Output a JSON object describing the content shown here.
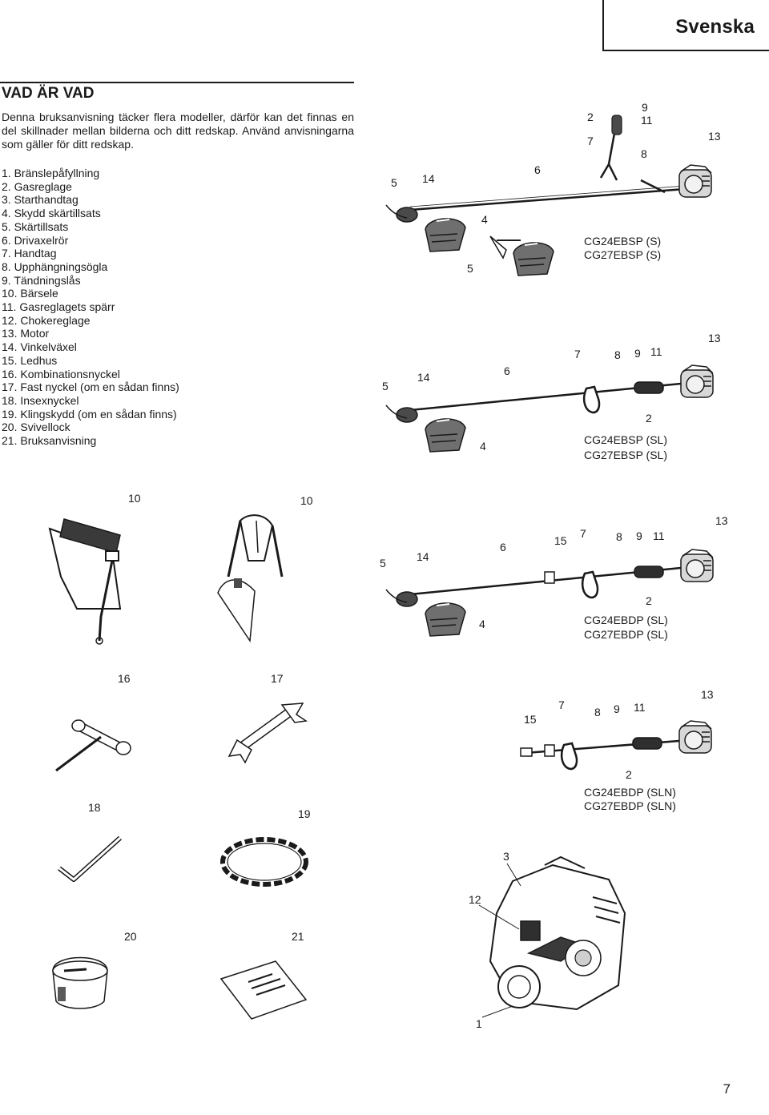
{
  "header": {
    "language": "Svenska"
  },
  "section": {
    "title": "VAD ÄR VAD",
    "intro": "Denna bruksanvisning täcker flera modeller, därför kan det finnas en del skillnader mellan bilderna och ditt redskap. Använd anvisningarna som gäller för ditt redskap."
  },
  "parts": [
    "1. Bränslepåfyllning",
    "2. Gasreglage",
    "3. Starthandtag",
    "4. Skydd skärtillsats",
    "5. Skärtillsats",
    "6. Drivaxelrör",
    "7. Handtag",
    "8. Upphängningsögla",
    "9. Tändningslås",
    "10. Bärsele",
    "11. Gasreglagets spärr",
    "12. Chokereglage",
    "13. Motor",
    "14. Vinkelväxel",
    "15. Ledhus",
    "16. Kombinationsnyckel",
    "17. Fast nyckel (om en sådan finns)",
    "18. Insexnyckel",
    "19. Klingskydd (om en sådan finns)",
    "20. Svivellock",
    "21. Bruksanvisning"
  ],
  "models": {
    "s": [
      "CG24EBSP (S)",
      "CG27EBSP (S)"
    ],
    "sl": [
      "CG24EBSP (SL)",
      "CG27EBSP (SL)"
    ],
    "dp_sl": [
      "CG24EBDP (SL)",
      "CG27EBDP (SL)"
    ],
    "dp_sln": [
      "CG24EBDP (SLN)",
      "CG27EBDP (SLN)"
    ]
  },
  "callouts": {
    "n1": "1",
    "n2": "2",
    "n3": "3",
    "n4": "4",
    "n5": "5",
    "n6": "6",
    "n7": "7",
    "n8": "8",
    "n9": "9",
    "n10": "10",
    "n11": "11",
    "n12": "12",
    "n13": "13",
    "n14": "14",
    "n15": "15",
    "n16": "16",
    "n17": "17",
    "n18": "18",
    "n19": "19",
    "n20": "20",
    "n21": "21"
  },
  "page": {
    "number": "7"
  }
}
